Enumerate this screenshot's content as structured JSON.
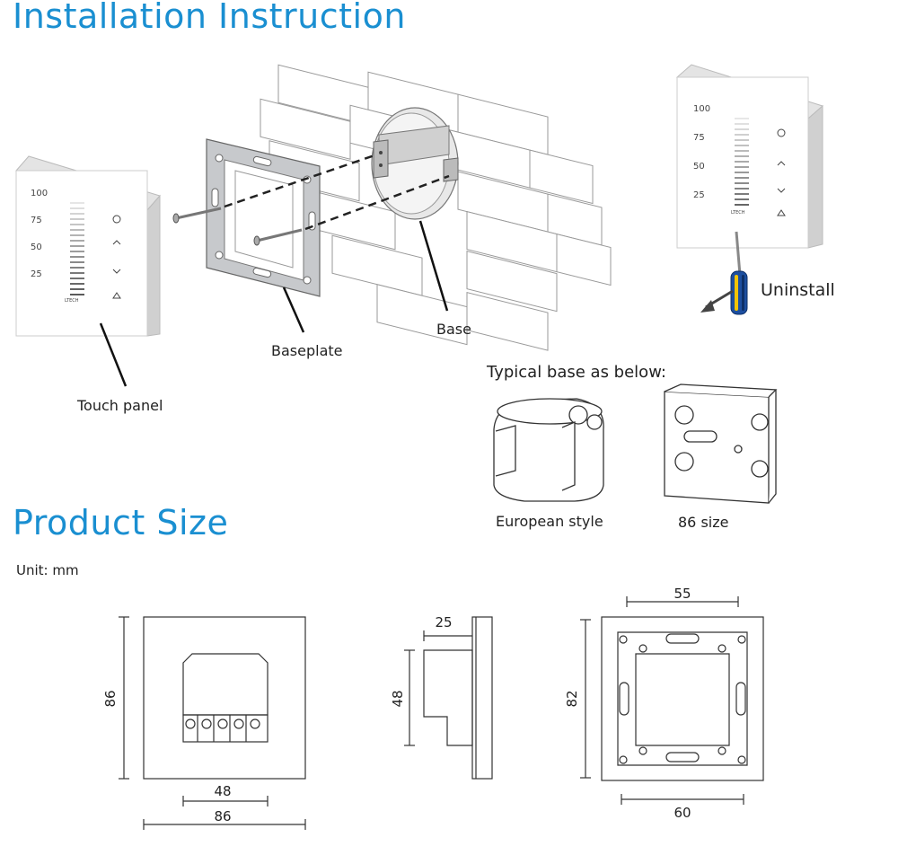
{
  "titles": {
    "installation": "Installation Instruction",
    "product_size": "Product Size"
  },
  "labels": {
    "touch_panel": "Touch panel",
    "baseplate": "Baseplate",
    "base": "Base",
    "uninstall": "Uninstall",
    "typical_base": "Typical base as below:",
    "european_style": "European style",
    "size_86": "86 size",
    "unit": "Unit: mm"
  },
  "panel": {
    "levels": [
      "100",
      "75",
      "50",
      "25"
    ],
    "brand": "LTECH"
  },
  "dimensions": {
    "front_height": "86",
    "front_width": "86",
    "front_inner": "48",
    "side_depth": "25",
    "side_height": "48",
    "back_top": "55",
    "back_height": "82",
    "back_bottom": "60"
  },
  "colors": {
    "title_blue": "#1a8fd1",
    "screwdriver_blue": "#1d4fa0",
    "screwdriver_yellow": "#f5c400"
  }
}
